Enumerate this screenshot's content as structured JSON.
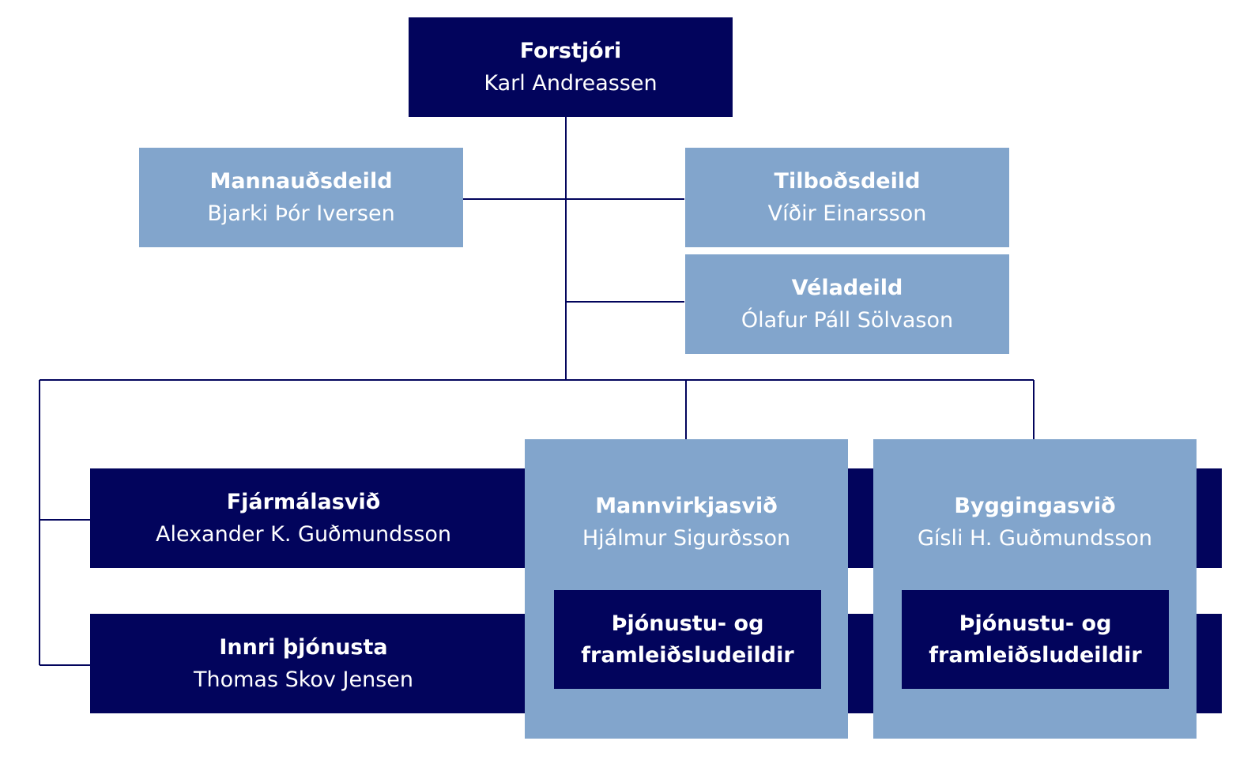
{
  "colors": {
    "dark": "#02045c",
    "light": "#82a5cc",
    "connector": "#02045c"
  },
  "ceo": {
    "title": "Forstjóri",
    "name": "Karl Andreassen"
  },
  "staff": {
    "hr": {
      "title": "Mannauðsdeild",
      "name": "Bjarki Þór Iversen"
    },
    "tender": {
      "title": "Tilboðsdeild",
      "name": "Víðir Einarsson"
    },
    "machinery": {
      "title": "Véladeild",
      "name": "Ólafur Páll Sölvason"
    }
  },
  "divisions": {
    "finance": {
      "title": "Fjármálasvið",
      "name": "Alexander K. Guðmundsson"
    },
    "internal": {
      "title": "Innri þjónusta",
      "name": "Thomas Skov Jensen"
    },
    "infrastructure": {
      "title": "Mannvirkjasvið",
      "name": "Hjálmur Sigurðsson",
      "sub_line1": "Þjónustu- og",
      "sub_line2": "framleiðsludeildir"
    },
    "construction": {
      "title": "Byggingasvið",
      "name": "Gísli H. Guðmundsson",
      "sub_line1": "Þjónustu- og",
      "sub_line2": "framleiðsludeildir"
    }
  }
}
